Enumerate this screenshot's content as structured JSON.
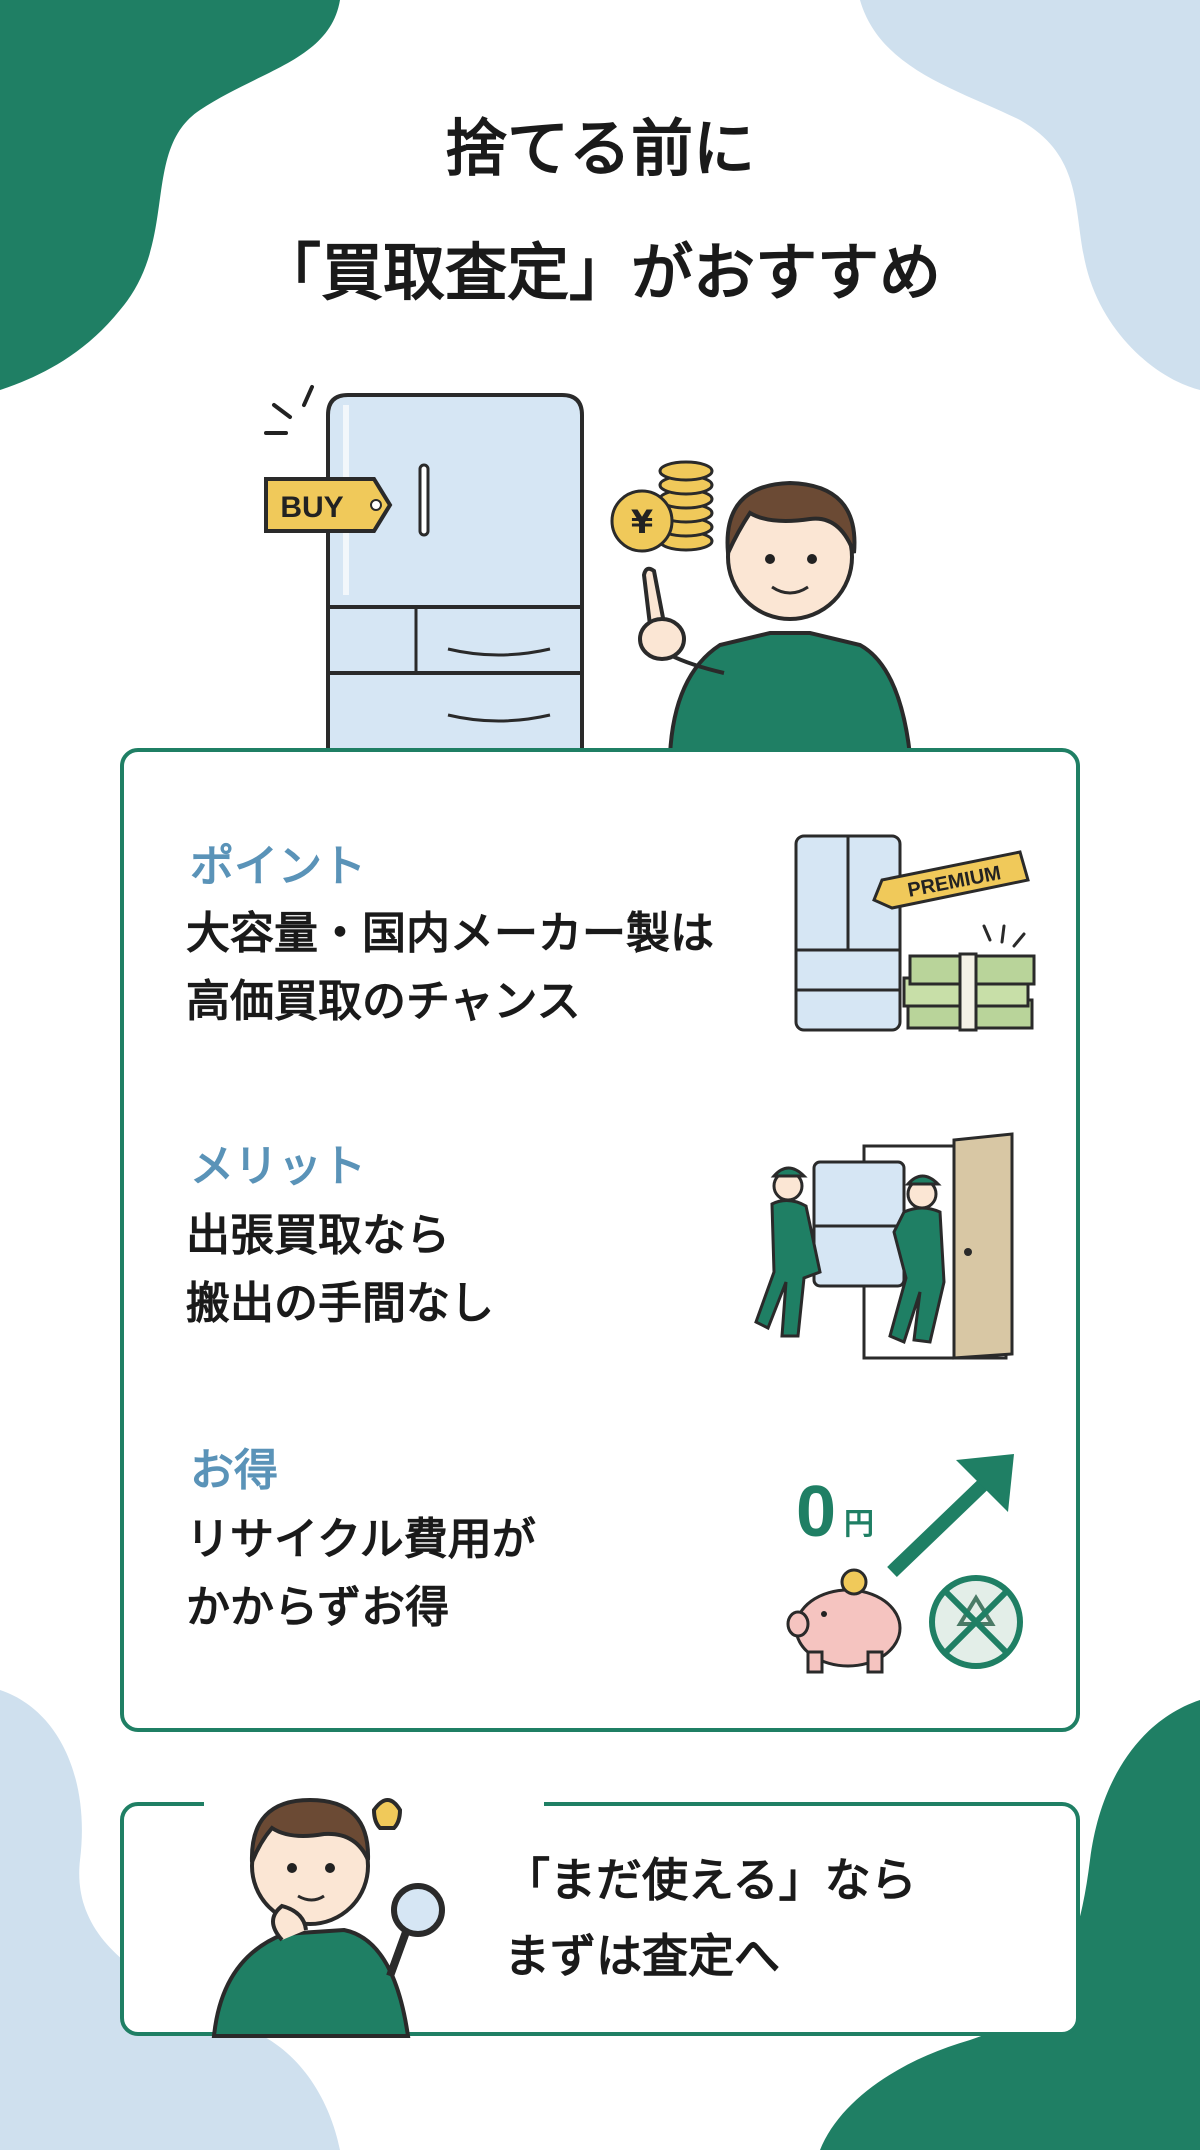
{
  "title": {
    "line1": "捨てる前に",
    "line2": "「買取査定」がおすすめ"
  },
  "hero": {
    "tag": "BUY",
    "coin_symbol": "¥"
  },
  "sections": [
    {
      "heading": "ポイント",
      "lines": [
        "大容量・国内メーカー製は",
        "高価買取のチャンス"
      ],
      "badge": "PREMIUM"
    },
    {
      "heading": "メリット",
      "lines": [
        "出張買取なら",
        "搬出の手間なし"
      ]
    },
    {
      "heading": "お得",
      "lines": [
        "リサイクル費用が",
        "かからずお得"
      ],
      "zero": "0",
      "yen": "円"
    }
  ],
  "bottom": {
    "lines": [
      "「まだ使える」なら",
      "まずは査定へ"
    ]
  },
  "colors": {
    "green": "#1f7f64",
    "light_blue": "#cfe0ee",
    "heading_blue": "#5a93b8",
    "fridge": "#d6e6f4",
    "gold": "#f0c95a"
  }
}
